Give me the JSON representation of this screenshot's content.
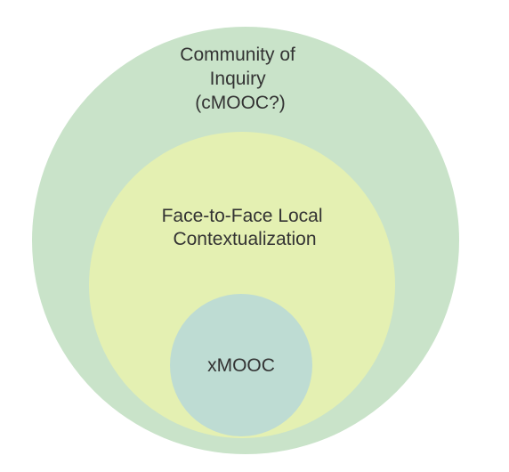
{
  "diagram": {
    "outer": {
      "lines": [
        "Community of",
        "Inquiry",
        "(cMOOC?)"
      ],
      "color": "#c9e3c9"
    },
    "middle": {
      "lines": [
        "Face-to-Face Local",
        "Contextualization"
      ],
      "color": "#e4f0b2"
    },
    "inner": {
      "lines": [
        "xMOOC"
      ],
      "color": "#bedcd3"
    },
    "text_color": "#333333"
  }
}
